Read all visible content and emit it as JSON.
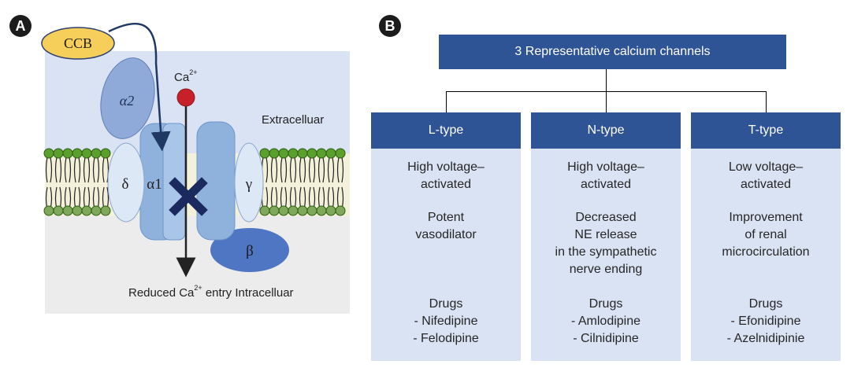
{
  "panel_a": {
    "badge": "A",
    "ccb": "CCB",
    "alpha2": "α2",
    "ca_label": "Ca",
    "ca_sup": "2+",
    "extracellular": "Extracelluar",
    "delta": "δ",
    "alpha1": "α1",
    "gamma": "γ",
    "beta": "β",
    "reduced_pre": "Reduced Ca",
    "reduced_sup": "2+",
    "reduced_post": " entry Intracelluar"
  },
  "panel_b": {
    "badge": "B",
    "title": "3 Representative calcium channels",
    "columns": [
      {
        "header": "L-type",
        "activation": [
          "High voltage–",
          "activated"
        ],
        "effect": [
          "Potent",
          "vasodilator"
        ],
        "drugs_label": "Drugs",
        "drugs": [
          "- Nifedipine",
          "- Felodipine"
        ]
      },
      {
        "header": "N-type",
        "activation": [
          "High voltage–",
          "activated"
        ],
        "effect": [
          "Decreased",
          "NE release",
          "in the sympathetic",
          "nerve ending"
        ],
        "drugs_label": "Drugs",
        "drugs": [
          "- Amlodipine",
          "- Cilnidipine"
        ]
      },
      {
        "header": "T-type",
        "activation": [
          "Low voltage–",
          "activated"
        ],
        "effect": [
          "Improvement",
          "of renal",
          "microcirculation"
        ],
        "drugs_label": "Drugs",
        "drugs": [
          "- Efonidipine",
          "- Azelnidipinie"
        ]
      }
    ]
  }
}
